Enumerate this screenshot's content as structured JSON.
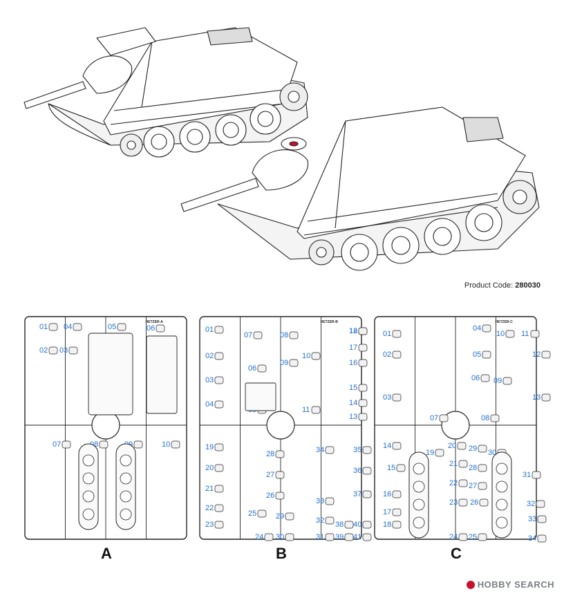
{
  "product_code": {
    "label": "Product Code:",
    "value": "280030"
  },
  "sprues": [
    {
      "letter": "A",
      "header": "HETZER-A",
      "parts": [
        "01",
        "02",
        "03",
        "04",
        "05",
        "06",
        "07",
        "08",
        "09",
        "10"
      ]
    },
    {
      "letter": "B",
      "header": "HETZER-B",
      "parts": [
        "01",
        "02",
        "03",
        "04",
        "05",
        "06",
        "07",
        "08",
        "09",
        "10",
        "11",
        "12",
        "13",
        "14",
        "15",
        "16",
        "17",
        "18",
        "19",
        "20",
        "21",
        "22",
        "23",
        "24",
        "25",
        "26",
        "27",
        "28",
        "29",
        "30",
        "31",
        "32",
        "33",
        "34",
        "35",
        "36",
        "37",
        "38",
        "39",
        "40",
        "41"
      ]
    },
    {
      "letter": "C",
      "header": "HETZER-C",
      "parts": [
        "01",
        "02",
        "03",
        "04",
        "05",
        "06",
        "07",
        "08",
        "09",
        "10",
        "11",
        "12",
        "13",
        "14",
        "15",
        "16",
        "17",
        "18",
        "19",
        "20",
        "21",
        "22",
        "23",
        "24",
        "25",
        "26",
        "27",
        "28",
        "29",
        "30",
        "31",
        "32",
        "33",
        "34"
      ]
    }
  ],
  "watermark": {
    "text": "HOBBY SEARCH"
  },
  "colors": {
    "part_number": "#1f6fd1",
    "line": "#222222",
    "brand_red": "#c8102e"
  }
}
